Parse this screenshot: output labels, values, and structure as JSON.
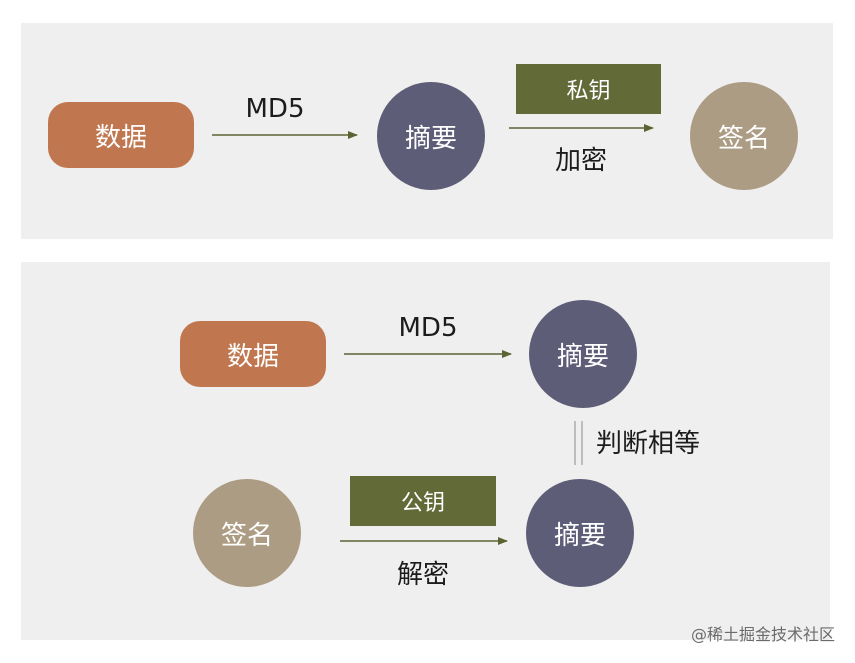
{
  "top": {
    "data_label": "数据",
    "hash_label": "MD5",
    "digest_label": "摘要",
    "key_label": "私钥",
    "encrypt_label": "加密",
    "signature_label": "签名"
  },
  "bottom": {
    "data_label": "数据",
    "hash_label": "MD5",
    "digest_label": "摘要",
    "compare_label": "判断相等",
    "signature_label": "签名",
    "key_label": "公钥",
    "decrypt_label": "解密",
    "digest2_label": "摘要"
  },
  "colors": {
    "data": "#c0774f",
    "digest": "#5e5d78",
    "signature": "#ac9c84",
    "key": "#626a38",
    "arrow": "#5a6433",
    "panel": "#efefef"
  },
  "watermark": "@稀土掘金技术社区"
}
